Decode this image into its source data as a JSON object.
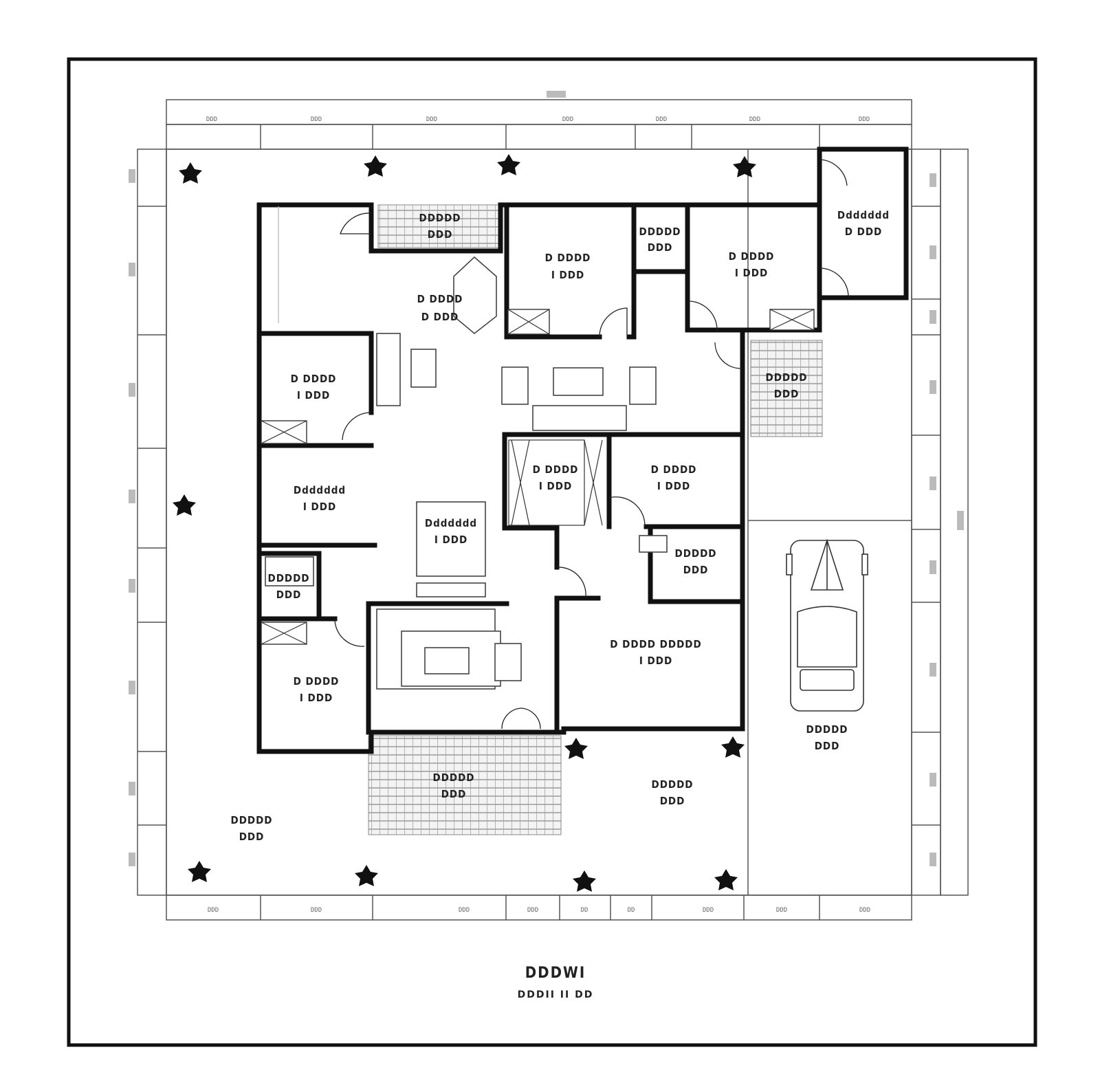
{
  "drawing": {
    "title": "DDDWI",
    "subtitle": "DDDII II DD"
  },
  "rooms": [
    {
      "id": "living",
      "name": "D DDDD",
      "area": "D DDD"
    },
    {
      "id": "bed-top-center",
      "name": "D DDDD",
      "area": "I DDD"
    },
    {
      "id": "small-top",
      "name": "DDDDD",
      "area": "DDD"
    },
    {
      "id": "bed-top-right",
      "name": "D DDDD",
      "area": "I DDD"
    },
    {
      "id": "entry",
      "name": "Ddddddd",
      "area": "D DDD"
    },
    {
      "id": "stair-top",
      "name": "DDDDD",
      "area": "DDD"
    },
    {
      "id": "stair-right",
      "name": "DDDDD",
      "area": "DDD"
    },
    {
      "id": "bed-left",
      "name": "D DDDD",
      "area": "I DDD"
    },
    {
      "id": "dining",
      "name": "Ddddddd",
      "area": "I DDD"
    },
    {
      "id": "kitchen-island",
      "name": "Ddddddd",
      "area": "I DDD"
    },
    {
      "id": "bath-left",
      "name": "DDDDD",
      "area": "DDD"
    },
    {
      "id": "bed-bottom-left",
      "name": "D DDDD",
      "area": "I DDD"
    },
    {
      "id": "walkin",
      "name": "D DDDD",
      "area": "I DDD"
    },
    {
      "id": "bed-mid-right",
      "name": "D DDDD",
      "area": "I DDD"
    },
    {
      "id": "bath-right",
      "name": "DDDDD",
      "area": "DDD"
    },
    {
      "id": "master",
      "name": "D DDDD DDDDD",
      "area": "I DDD"
    },
    {
      "id": "garage",
      "name": "DDDDD",
      "area": "DDD"
    },
    {
      "id": "porch",
      "name": "DDDDD",
      "area": "DDD"
    },
    {
      "id": "yard-right",
      "name": "DDDDD",
      "area": "DDD"
    },
    {
      "id": "yard-left",
      "name": "DDDDD",
      "area": "DDD"
    }
  ],
  "dimensions": {
    "top": [
      "DDD",
      "DDD",
      "DDD",
      "DDD",
      "DDD",
      "DDD",
      "DDD"
    ],
    "bottom": [
      "DDD",
      "DDD",
      "DDD",
      "DDD",
      "DD",
      "DD",
      "DDD",
      "DDD",
      "DDD"
    ]
  },
  "icons": {
    "tree": "tree-icon",
    "car": "car-icon"
  }
}
